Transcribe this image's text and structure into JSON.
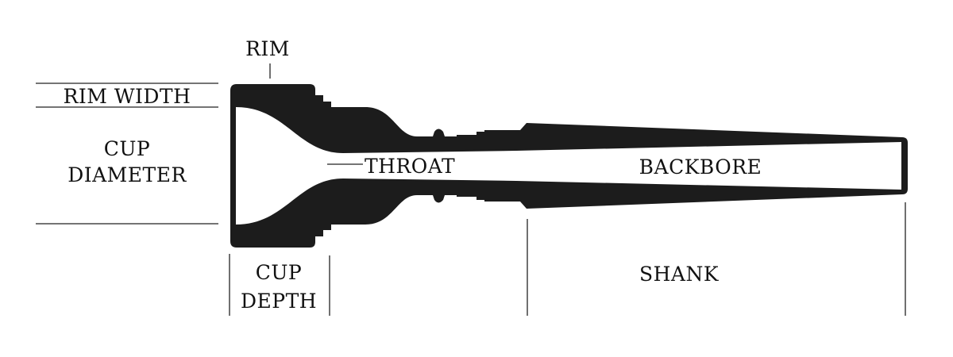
{
  "diagram": {
    "labels": {
      "rim": "RIM",
      "rim_width": "RIM WIDTH",
      "cup_diameter_line1": "CUP",
      "cup_diameter_line2": "DIAMETER",
      "throat": "THROAT",
      "backbore": "BACKBORE",
      "cup_depth_line1": "CUP",
      "cup_depth_line2": "DEPTH",
      "shank": "SHANK"
    },
    "colors": {
      "body": "#1c1c1c",
      "bore": "#ffffff",
      "text": "#111111"
    }
  }
}
